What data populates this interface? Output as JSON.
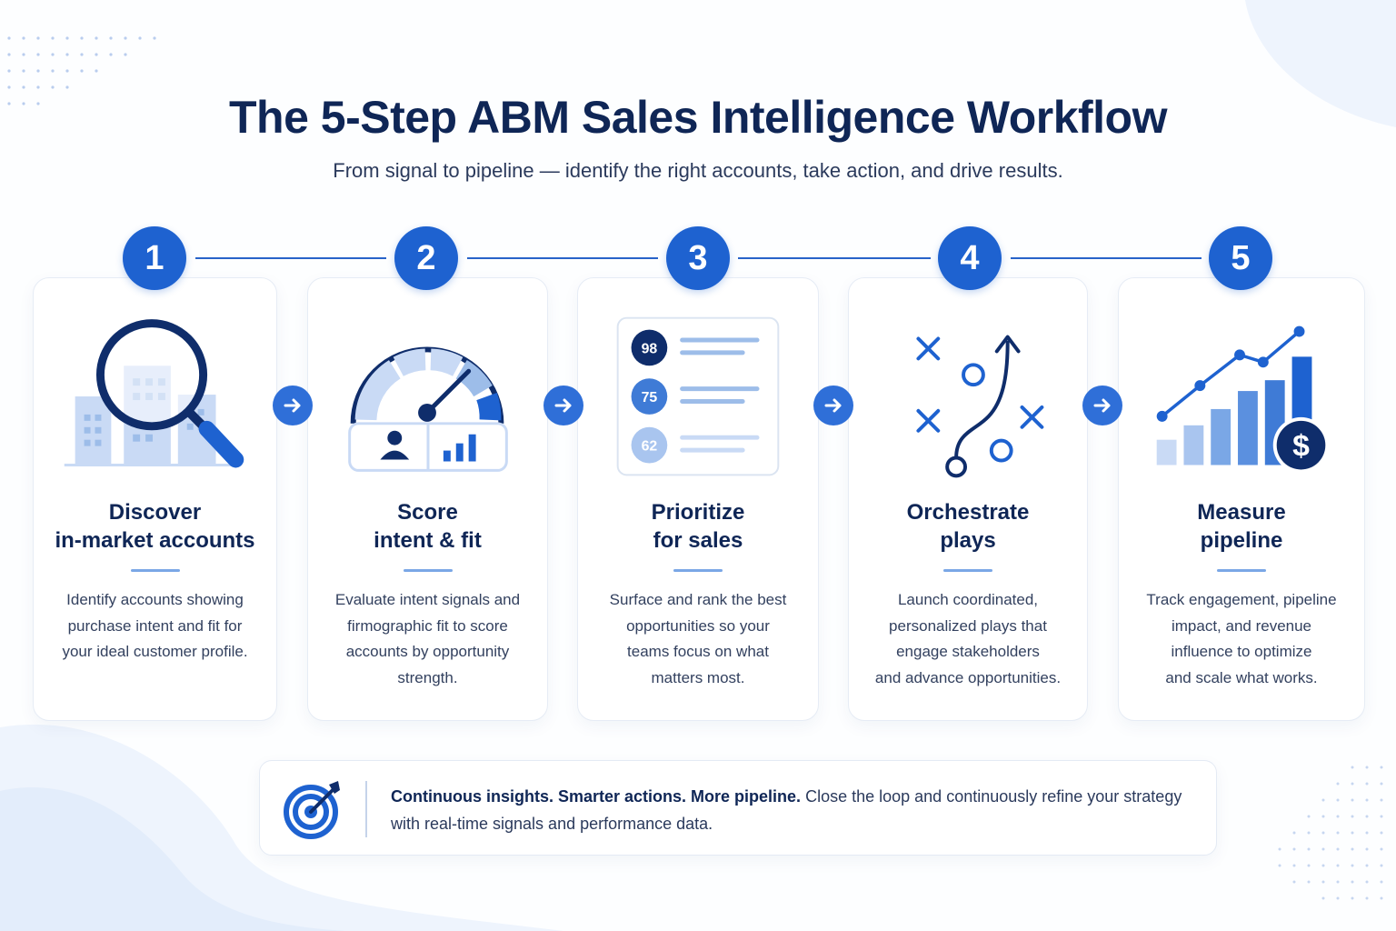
{
  "header": {
    "title": "The 5-Step ABM Sales Intelligence Workflow",
    "subtitle": "From signal to pipeline — identify the right accounts, take action, and drive results."
  },
  "colors": {
    "primary": "#1e62d0",
    "navy": "#0f2656",
    "light_blue": "#7aa7e6",
    "pale_blue": "#c9daf5"
  },
  "steps": [
    {
      "number": "1",
      "icon": "magnifier-buildings-icon",
      "title": [
        "Discover",
        "in-market accounts"
      ],
      "description": [
        "Identify accounts showing",
        "purchase intent and fit for",
        "your ideal customer profile."
      ]
    },
    {
      "number": "2",
      "icon": "gauge-score-icon",
      "title": [
        "Score",
        "intent & fit"
      ],
      "description": [
        "Evaluate intent signals and",
        "firmographic fit to score",
        "accounts by opportunity",
        "strength."
      ]
    },
    {
      "number": "3",
      "icon": "ranked-list-icon",
      "title": [
        "Prioritize",
        "for sales"
      ],
      "scores": [
        "98",
        "75",
        "62"
      ],
      "description": [
        "Surface and rank the best",
        "opportunities so your",
        "teams focus on what",
        "matters most."
      ]
    },
    {
      "number": "4",
      "icon": "play-diagram-icon",
      "title": [
        "Orchestrate",
        "plays"
      ],
      "description": [
        "Launch coordinated,",
        "personalized plays that",
        "engage stakeholders",
        "and advance opportunities."
      ]
    },
    {
      "number": "5",
      "icon": "growth-chart-dollar-icon",
      "title": [
        "Measure",
        "pipeline"
      ],
      "description": [
        "Track engagement, pipeline",
        "impact, and revenue",
        "influence to optimize",
        "and scale what works."
      ]
    }
  ],
  "footer": {
    "icon": "target-arrow-icon",
    "headline": "Continuous insights. Smarter actions. More pipeline.",
    "line1": "Close the loop and continuously refine your strategy",
    "line2": "with real-time signals and performance data."
  }
}
